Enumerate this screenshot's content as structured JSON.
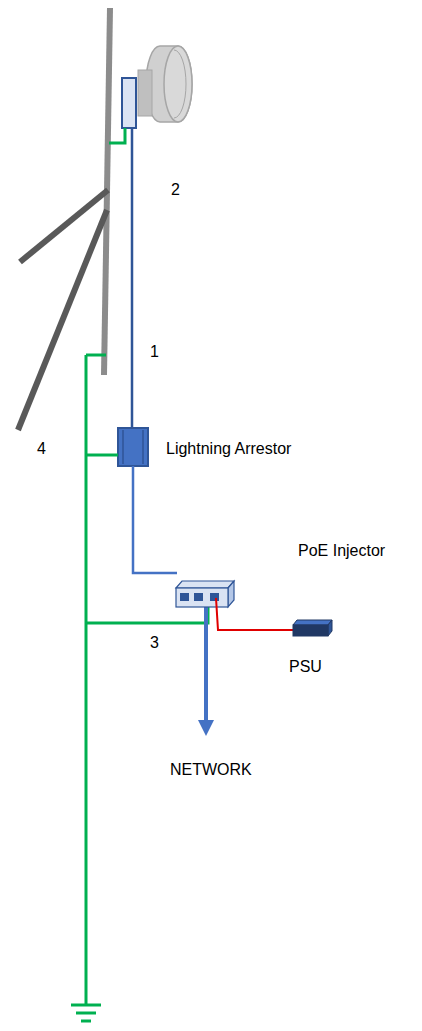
{
  "diagram": {
    "labels": [
      "2",
      "1",
      "4",
      "Lightning Arrestor",
      "PoE Injector",
      "3",
      "PSU",
      "NETWORK"
    ]
  }
}
